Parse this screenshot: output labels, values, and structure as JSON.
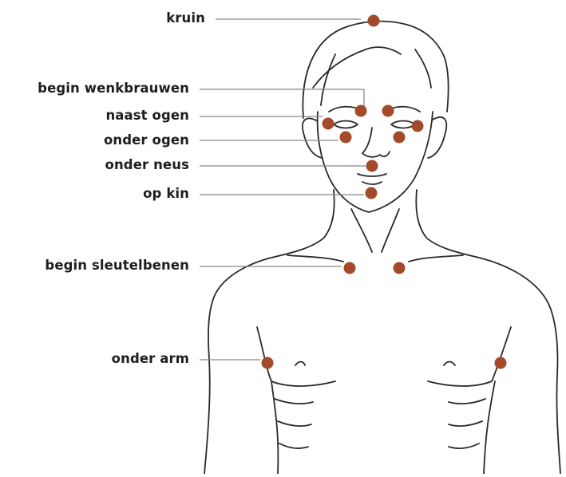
{
  "colors": {
    "point": "#a34a2a",
    "line": "#888888",
    "sketch": "#2a2a2a",
    "text": "#1e1e1e"
  },
  "labels": {
    "kruin": "kruin",
    "begin_wenkbrauwen": "begin wenkbrauwen",
    "naast_ogen": "naast ogen",
    "onder_ogen": "onder ogen",
    "onder_neus": "onder neus",
    "op_kin": "op kin",
    "begin_sleutelbenen": "begin sleutelbenen",
    "onder_arm": "onder arm"
  }
}
